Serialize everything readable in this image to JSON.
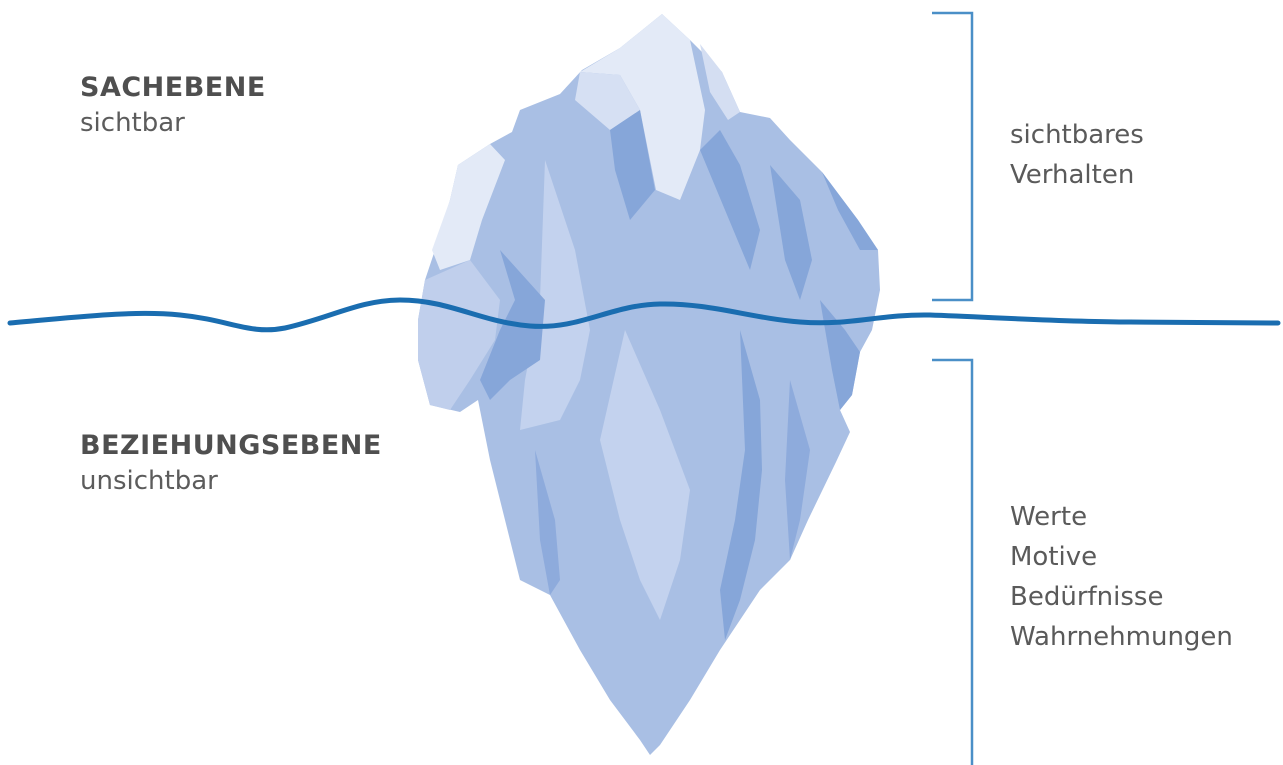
{
  "upper_level": {
    "title": "SACHEBENE",
    "subtitle": "sichtbar"
  },
  "lower_level": {
    "title": "BEZIEHUNGSEBENE",
    "subtitle": "unsichtbar"
  },
  "visible_side": {
    "lines": [
      "sichtbares",
      "Verhalten"
    ]
  },
  "hidden_side": {
    "lines": [
      "Werte",
      "Motive",
      "Bedürfnisse",
      "Wahrnehmungen"
    ]
  },
  "colors": {
    "water_line": "#1a6db0",
    "bracket": "#4a8fc7",
    "ice_base": "#a9bfe4",
    "ice_light": "#e3eaf7",
    "ice_mid": "#c3d2ee",
    "ice_dark": "#86a6d9"
  }
}
